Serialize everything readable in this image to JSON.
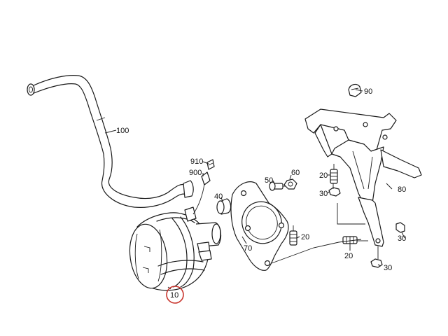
{
  "labels": {
    "p10": "10",
    "p20a": "20",
    "p20b": "20",
    "p20c": "20",
    "p30a": "30",
    "p30b": "30",
    "p30c": "30",
    "p40": "40",
    "p50": "50",
    "p60": "60",
    "p70": "70",
    "p80": "80",
    "p90": "90",
    "p100": "100",
    "p900": "900",
    "p910": "910"
  },
  "colors": {
    "line": "#1a1a1a",
    "highlight": "#c8342c"
  },
  "highlighted_part": "10"
}
